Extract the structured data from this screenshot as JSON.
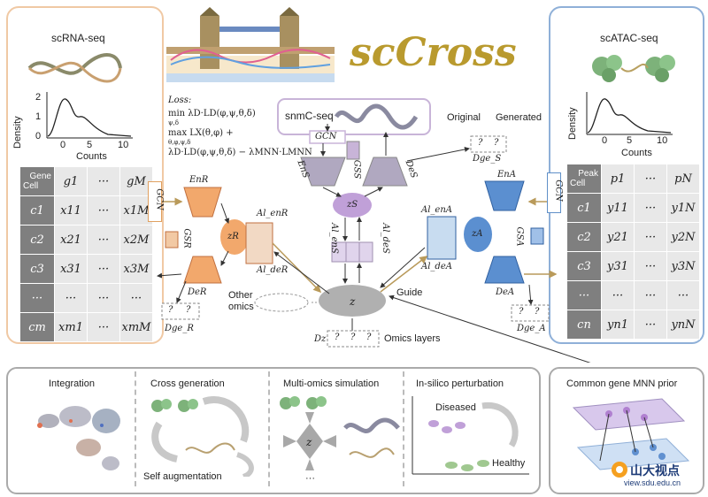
{
  "title": "scCross",
  "rna_panel": {
    "title": "scRNA-seq",
    "density_label": "Density",
    "counts_label": "Counts",
    "y_ticks": [
      "2",
      "1",
      "0"
    ],
    "x_ticks": [
      "0",
      "5",
      "10"
    ],
    "matrix_corner_top": "Gene",
    "matrix_corner_bottom": "Cell",
    "col_headers": [
      "g1",
      "···",
      "gM"
    ],
    "rows": [
      {
        "cell": "c1",
        "a": "x11",
        "d": "···",
        "b": "x1M"
      },
      {
        "cell": "c2",
        "a": "x21",
        "d": "···",
        "b": "x2M"
      },
      {
        "cell": "c3",
        "a": "x31",
        "d": "···",
        "b": "x3M"
      },
      {
        "cell": "···",
        "a": "···",
        "d": "···",
        "b": "···"
      },
      {
        "cell": "cm",
        "a": "xm1",
        "d": "···",
        "b": "xmM"
      }
    ]
  },
  "atac_panel": {
    "title": "scATAC-seq",
    "density_label": "Density",
    "counts_label": "Counts",
    "x_ticks": [
      "0",
      "5",
      "10"
    ],
    "matrix_corner_top": "Peak",
    "matrix_corner_bottom": "Cell",
    "col_headers": [
      "p1",
      "···",
      "pN"
    ],
    "rows": [
      {
        "cell": "c1",
        "a": "y11",
        "d": "···",
        "b": "y1N"
      },
      {
        "cell": "c2",
        "a": "y21",
        "d": "···",
        "b": "y2N"
      },
      {
        "cell": "c3",
        "a": "y31",
        "d": "···",
        "b": "y3N"
      },
      {
        "cell": "···",
        "a": "···",
        "d": "···",
        "b": "···"
      },
      {
        "cell": "cn",
        "a": "yn1",
        "d": "···",
        "b": "ynN"
      }
    ]
  },
  "loss": {
    "label": "Loss:",
    "line1": "min λD·LD(φ,ψ,θ,δ)",
    "line1_sub": "ψ,δ",
    "line2": "max LX(θ,φ) +",
    "line2_sub": "θ,φ,ψ,δ",
    "line3": "λD·LD(φ,ψ,θ,δ) − λMNN·LMNN"
  },
  "center": {
    "snmc_label": "snmC-seq",
    "gcn": "GCN",
    "en_s": "EnS",
    "gs_s": "GSS",
    "de_s": "DeS",
    "z_s": "zS",
    "al_en_s": "Al_enS",
    "al_de_s": "Al_deS",
    "z": "z",
    "original": "Original",
    "generated": "Generated",
    "d_ge_s": "Dge_S",
    "en_r": "EnR",
    "gs_r": "GSR",
    "z_r": "zR",
    "de_r": "DeR",
    "al_en_r": "Al_enR",
    "al_de_r": "Al_deR",
    "d_ge_r": "Dge_R",
    "en_a": "EnA",
    "gs_a": "GSA",
    "z_a": "zA",
    "de_a": "DeA",
    "al_en_a": "Al_enA",
    "al_de_a": "Al_deA",
    "d_ge_a": "Dge_A",
    "other_omics": "Other omics",
    "guide": "Guide",
    "dz": "Dz",
    "omics_layers": "Omics layers",
    "q": "?"
  },
  "applications": {
    "integration": "Integration",
    "cross_generation": "Cross generation",
    "self_augmentation": "Self augmentation",
    "multi_omics": "Multi-omics simulation",
    "z": "z",
    "ellipsis": "···",
    "perturbation": "In-silico perturbation",
    "diseased": "Diseased",
    "healthy": "Healthy"
  },
  "mnn": {
    "title": "Common gene MNN prior"
  },
  "watermark": {
    "cn": "山大视点",
    "url": "view.sdu.edu.cn"
  },
  "colors": {
    "rna": "#f0c9a4",
    "atac": "#8fb0d8",
    "snmc": "#c8b4d8",
    "title": "#b99a2e",
    "matrix_header": "#7f7f7f",
    "matrix_body": "#e8e8e8",
    "latent_rna": "#f2a86c",
    "latent_atac": "#5b8fd0",
    "latent_snmc": "#c0a0d8",
    "latent_z": "#b0b0b0"
  }
}
